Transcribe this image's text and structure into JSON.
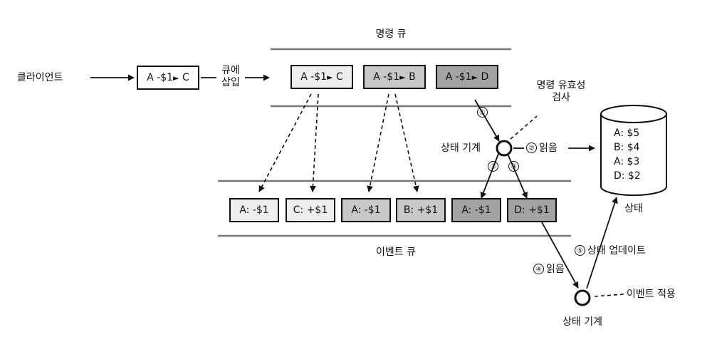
{
  "client": "클라이언트",
  "client_command": {
    "from": "A -$1",
    "to": "C"
  },
  "enqueue": {
    "line1": "큐에",
    "line2": "삽입"
  },
  "command_queue": {
    "title": "명령 큐",
    "items": [
      {
        "from": "A -$1",
        "to": "C",
        "fill": "#eeeeee"
      },
      {
        "from": "A -$1",
        "to": "B",
        "fill": "#c8c8c8"
      },
      {
        "from": "A -$1",
        "to": "D",
        "fill": "#a3a3a3"
      }
    ]
  },
  "validation": {
    "line1": "명령 유효성",
    "line2": "검사"
  },
  "state_machine_1": "상태 기계",
  "steps": {
    "s1": "①",
    "s2": "②",
    "s3": "③",
    "s4": "④",
    "s5": "⑤"
  },
  "read_label": "읽음",
  "state_store": {
    "lines": [
      "A: $5",
      "B: $4",
      "A: $3",
      "D: $2"
    ],
    "label": "상태"
  },
  "event_queue": {
    "title": "이벤트 큐",
    "items": [
      {
        "text": "A: -$1",
        "fill": "#eeeeee"
      },
      {
        "text": "C: +$1",
        "fill": "#eeeeee"
      },
      {
        "text": "A: -$1",
        "fill": "#c8c8c8"
      },
      {
        "text": "B: +$1",
        "fill": "#c8c8c8"
      },
      {
        "text": "A: -$1",
        "fill": "#a3a3a3"
      },
      {
        "text": "D: +$1",
        "fill": "#a3a3a3"
      }
    ]
  },
  "state_update_label": "상태 업데이트",
  "apply_event": "이벤트 적용",
  "state_machine_2": "상태 기계",
  "arrow_glyph": "►"
}
